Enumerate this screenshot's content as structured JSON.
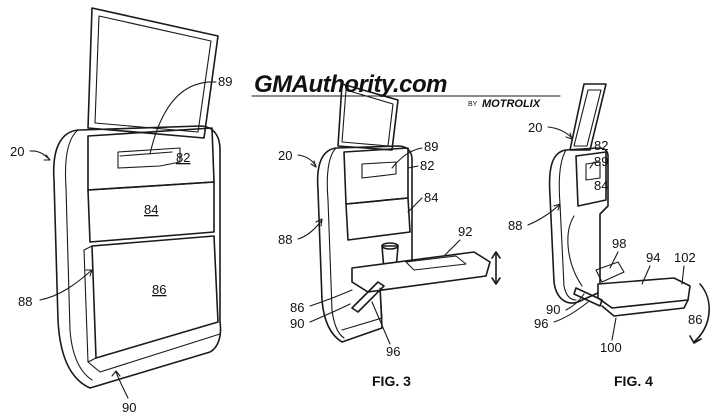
{
  "watermark": {
    "brand": "GMAuthority.com",
    "by": "BY",
    "partner": "MOTROLIX"
  },
  "figures": [
    {
      "caption": ""
    },
    {
      "caption": "FIG. 3"
    },
    {
      "caption": "FIG. 4"
    }
  ],
  "labels": {
    "fig2": [
      "20",
      "89",
      "82",
      "84",
      "86",
      "88",
      "90"
    ],
    "fig3": [
      "20",
      "89",
      "82",
      "84",
      "88",
      "92",
      "86",
      "90",
      "96"
    ],
    "fig4": [
      "20",
      "82",
      "89",
      "84",
      "88",
      "98",
      "94",
      "102",
      "90",
      "96",
      "86",
      "100"
    ]
  },
  "underlined_labels": [
    "82",
    "84",
    "86"
  ]
}
